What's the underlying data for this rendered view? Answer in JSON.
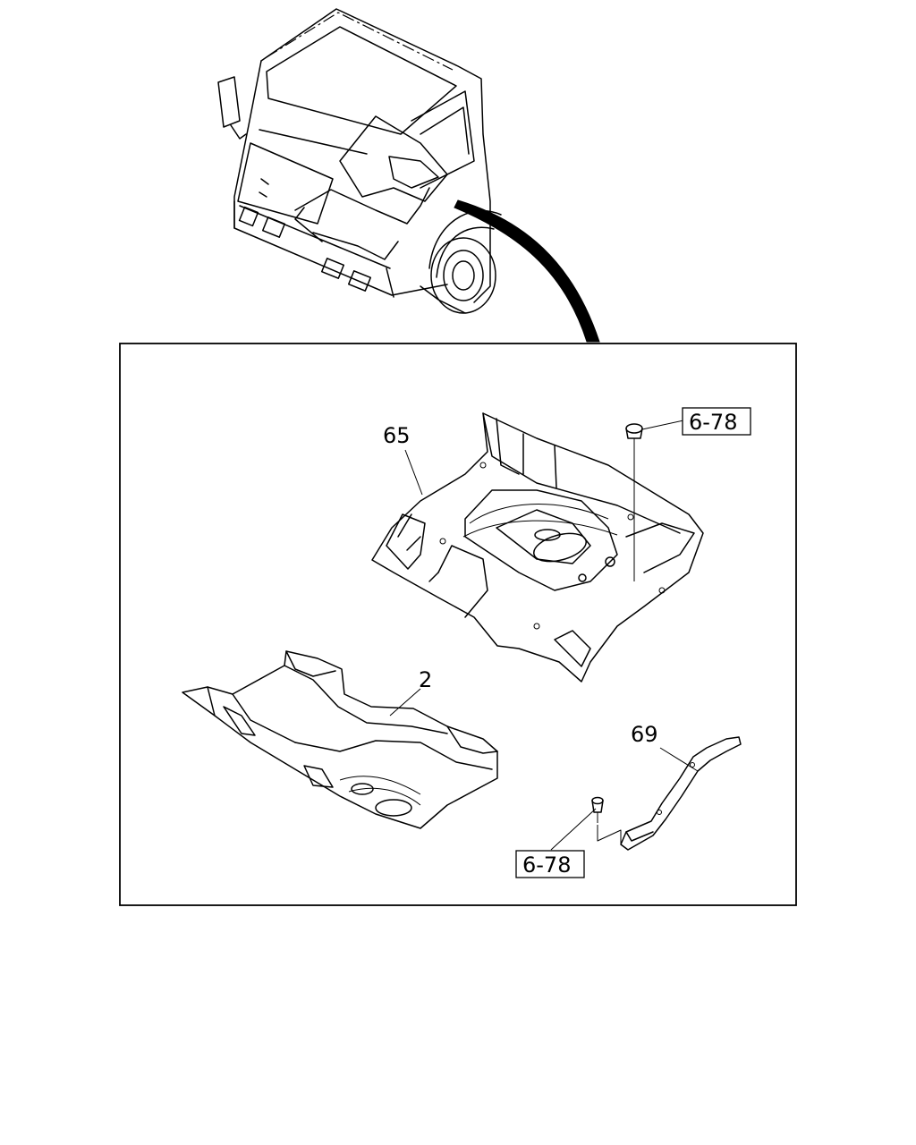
{
  "labels": {
    "part_65": "65",
    "part_2": "2",
    "part_69": "69",
    "ref_upper": "6-78",
    "ref_lower": "6-78"
  }
}
